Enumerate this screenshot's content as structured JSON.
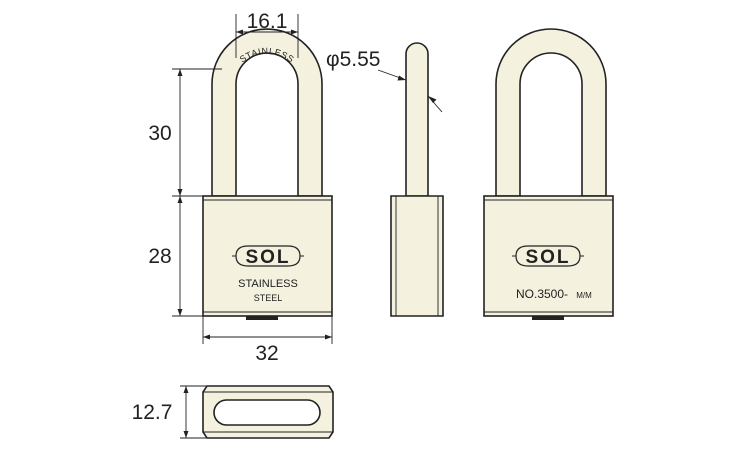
{
  "dimensions": {
    "shackle_width": "16.1",
    "shackle_diameter": "φ5.55",
    "shackle_height": "30",
    "body_height": "28",
    "body_width": "32",
    "body_thickness": "12.7"
  },
  "front_view": {
    "shackle_text": "STAINLESS",
    "brand": "SOL",
    "material_line1": "STAINLESS",
    "material_line2": "STEEL"
  },
  "back_view": {
    "brand": "SOL",
    "model_number": "NO.3500-",
    "mm_mark": "M/M"
  },
  "colors": {
    "body_fill": "#f4f1de",
    "outline": "#222222"
  }
}
